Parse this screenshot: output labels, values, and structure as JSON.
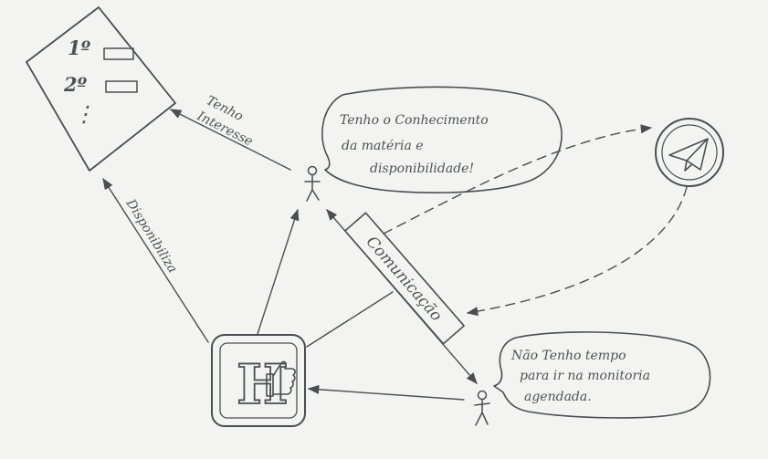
{
  "diagram": {
    "ranking_list": {
      "rows": [
        {
          "rank": "1º"
        },
        {
          "rank": "2º"
        }
      ],
      "ellipsis": "⋮"
    },
    "labels": {
      "tenho_interesse": [
        "Tenho",
        "Interesse"
      ],
      "disponibiliza": "Disponibiliza",
      "comunicacao": "Comunicação"
    },
    "bubbles": {
      "top": [
        "Tenho o Conhecimento",
        "da matéria  e",
        "disponibilidade!"
      ],
      "bottom": [
        "Não Tenho tempo",
        "para ir na monitoria",
        "agendada."
      ]
    },
    "app_icon": {
      "letter": "H",
      "gesture": "thumbs-up"
    },
    "messenger_icon": {
      "symbol": "paper-plane"
    },
    "colors": {
      "paper": "#f3f4f1",
      "pencil": "#4a4d52"
    }
  }
}
